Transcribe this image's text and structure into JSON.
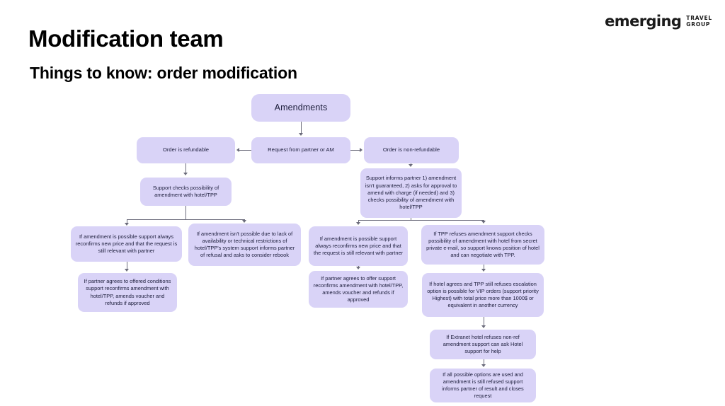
{
  "slide": {
    "title": "Modification team",
    "subtitle": "Things to know: order modification",
    "background_color": "#ffffff"
  },
  "logo": {
    "word": "emerging",
    "line1": "TRAVEL",
    "line2": "GROUP"
  },
  "theme": {
    "node_fill": "#d9d3f7",
    "node_text": "#1c1d3b",
    "connector": "#6b6b7b"
  },
  "flowchart": {
    "type": "flowchart",
    "orientation": "top-down",
    "nodes": [
      {
        "id": "root",
        "label": "Amendments"
      },
      {
        "id": "request",
        "label": "Request from partner or AM"
      },
      {
        "id": "refundable",
        "label": "Order is refundable"
      },
      {
        "id": "non-refundable",
        "label": "Order is non-refundable"
      },
      {
        "id": "support-checks",
        "label": "Support checks possibility of amendment with hotel/TPP"
      },
      {
        "id": "support-informs",
        "label": "Support informs partner 1) amendment isn't guaranteed, 2) asks for approval to amend with charge (if needed) and 3) checks possibility of amendment with hotel/TPP"
      },
      {
        "id": "ref-possible",
        "label": "If amendment is possible support always reconfirms new price and that the request is still relevant with partner"
      },
      {
        "id": "ref-not-possible",
        "label": "If amendment isn't possible due to lack of availability or technical restrictions of hotel/TPP's system support informs partner of refusal and asks to consider rebook"
      },
      {
        "id": "ref-partner-agrees",
        "label": "If partner agrees to offered conditions support reconfirms amendment with hotel/TPP, amends voucher and refunds if approved"
      },
      {
        "id": "nonref-possible",
        "label": "If amendment is possible support always reconfirms new price and that the request is still relevant with partner"
      },
      {
        "id": "nonref-partner-agrees",
        "label": "If partner agrees to offer support reconfirms amendment with hotel/TPP, amends voucher and refunds if approved"
      },
      {
        "id": "tpp-refuses",
        "label": "If TPP refuses amendment support checks possibility of amendment with hotel from secret private e-mail, so support knows position of hotel and can negotiate with TPP."
      },
      {
        "id": "escalation",
        "label": "If hotel agrees and TPP still refuses escalation option is possible for VIP orders (support priority Highest) with total price more than 1000$ or equivalent in another currency"
      },
      {
        "id": "extranet",
        "label": "If Extranet hotel refuses non-ref amendment support can ask Hotel support for help"
      },
      {
        "id": "closes-request",
        "label": "If all possible options are used and amendment is still refused support informs partner of result and closes request"
      }
    ]
  }
}
